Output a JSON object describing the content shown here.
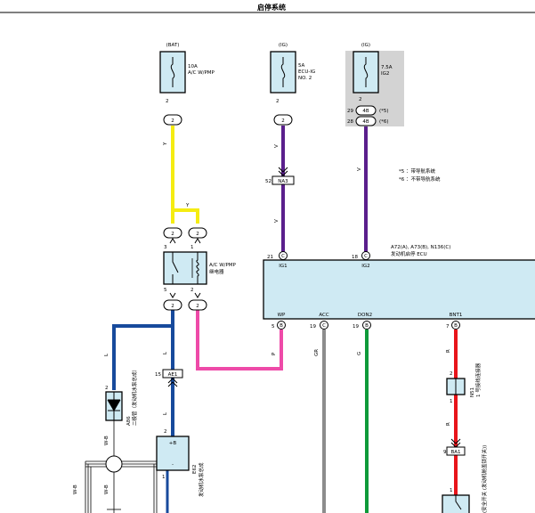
{
  "title": "启停系统",
  "colors": {
    "yellow": "#f5ec12",
    "purple": "#5a1f8c",
    "blue": "#174a9c",
    "pink": "#ee4aa8",
    "gray": "#8c8c8c",
    "green": "#0e9a3a",
    "red": "#e8141a",
    "box": "#cfeaf3",
    "grayblock": "#d3d3d3"
  },
  "fuses": {
    "bat": {
      "source": "(BAT)",
      "rating": "10A",
      "name": "A/C W/PMP",
      "pin": "2"
    },
    "ig1": {
      "source": "(IG)",
      "rating": "5A",
      "name1": "ECU-IG",
      "name2": "NO. 2",
      "pin": "2"
    },
    "ig2": {
      "source": "(IG)",
      "rating": "7.5A",
      "name": "IG2",
      "pin": "2",
      "pin_a": "29",
      "pill_a": "4B",
      "note_a": "(*5)",
      "pin_b": "28",
      "pill_b": "4B",
      "note_b": "(*6)"
    }
  },
  "notes": {
    "n5": "*5 ：带导航系统",
    "n6": "*6 ：不带导航系统"
  },
  "relay": {
    "label1": "A/C W/PMP",
    "label2": "继电器",
    "pins_top": [
      "3",
      "1"
    ],
    "pins_bottom": [
      "5",
      "2"
    ],
    "pills": [
      "2",
      "2"
    ],
    "y_label": "Y"
  },
  "wire_labels": {
    "y": "Y",
    "v": "V",
    "l": "L",
    "p": "P",
    "gr": "GR",
    "g": "G",
    "r": "R",
    "wb": "W-B"
  },
  "connector_n": {
    "pin": "52",
    "name": "NA3"
  },
  "connector_ae": {
    "pin": "15",
    "name": "AE1"
  },
  "connector_ba": {
    "pin": "9",
    "name": "BA1"
  },
  "ecu": {
    "title1": "A72(A), A73(B), N136(C)",
    "title2": "发动机启停 ECU",
    "top_pins": [
      {
        "pin": "21",
        "conn": "C",
        "name": "IG1"
      },
      {
        "pin": "18",
        "conn": "C",
        "name": "IG2"
      }
    ],
    "bottom_pins": [
      {
        "pin": "5",
        "conn": "B",
        "name": "WP"
      },
      {
        "pin": "19",
        "conn": "C",
        "name": "ACC"
      },
      {
        "pin": "19",
        "conn": "B",
        "name": "DON2"
      },
      {
        "pin": "7",
        "conn": "B",
        "name": "BNT1"
      }
    ]
  },
  "diode": {
    "code": "A86",
    "label": "二极管（发动机水泵总成）",
    "pin": "2"
  },
  "pump": {
    "code": "E62",
    "label": "发动机水泵总成",
    "plus": "+B",
    "minus": "-",
    "pin_top": "2",
    "pin_bottom": "1"
  },
  "connector_n1": {
    "code": "N51",
    "label": "1 号接线连接器",
    "pin_top": "2",
    "pin_bottom": "1"
  },
  "switch": {
    "label": "(安全开关 (发动机舱盖锁开关))",
    "pin": "1"
  }
}
